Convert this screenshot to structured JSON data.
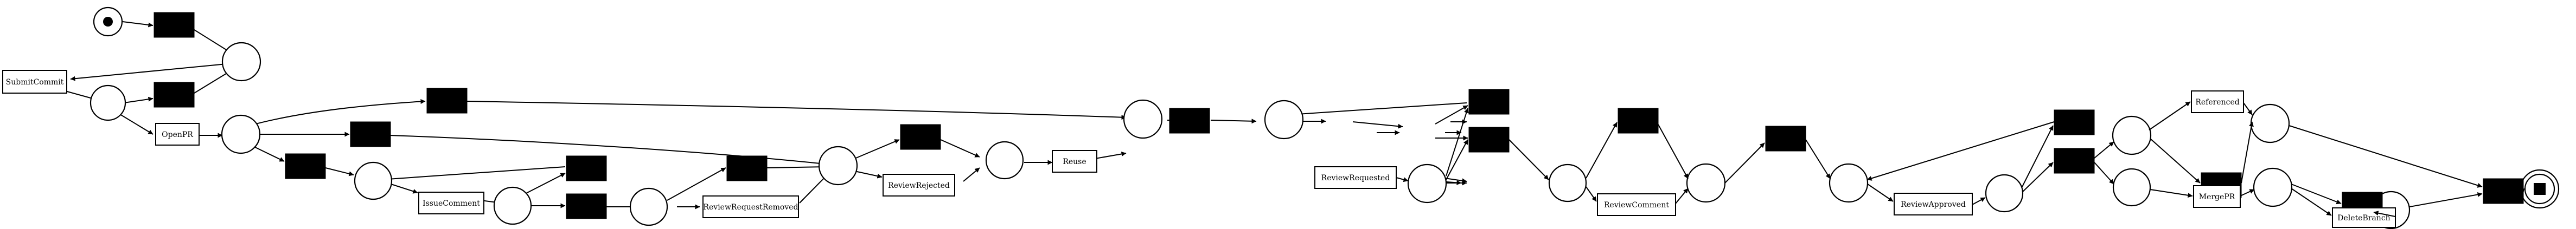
{
  "diagram": {
    "type": "petri-net",
    "transition_labels": {
      "submit_commit": "SubmitCommit",
      "open_pr": "OpenPR",
      "issue_comment": "IssueComment",
      "review_request_removed": "ReviewRequestRemoved",
      "review_rejected": "ReviewRejected",
      "reuse": "Reuse",
      "review_requested": "ReviewRequested",
      "review_comment": "ReviewComment",
      "review_approved": "ReviewApproved",
      "referenced": "Referenced",
      "merge_pr": "MergePR",
      "delete_branch": "DeleteBranch"
    }
  }
}
